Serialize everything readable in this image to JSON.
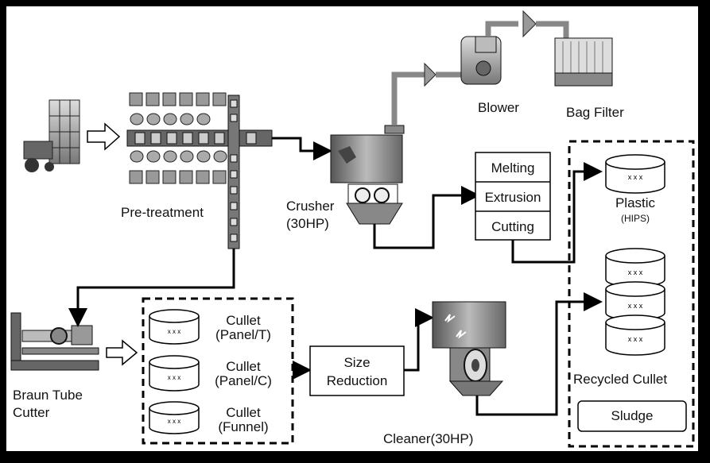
{
  "labels": {
    "pretreatment": "Pre-treatment",
    "crusher": "Crusher",
    "crusher_hp": "(30HP)",
    "blower": "Blower",
    "bag_filter": "Bag Filter",
    "melting": "Melting",
    "extrusion": "Extrusion",
    "cutting": "Cutting",
    "plastic": "Plastic",
    "plastic_sub": "(HIPS)",
    "recycled_cullet": "Recycled Cullet",
    "sludge": "Sludge",
    "braun_tube_cutter_1": "Braun Tube",
    "braun_tube_cutter_2": "Cutter",
    "cullet1_a": "Cullet",
    "cullet1_b": "(Panel/T)",
    "cullet2_a": "Cullet",
    "cullet2_b": "(Panel/C)",
    "cullet3_a": "Cullet",
    "cullet3_b": "(Funnel)",
    "size_reduction_a": "Size",
    "size_reduction_b": "Reduction",
    "cleaner": "Cleaner(30HP)"
  },
  "colors": {
    "background": "#000000",
    "panel": "#ffffff",
    "line": "#000000",
    "equipment": "#808080"
  }
}
